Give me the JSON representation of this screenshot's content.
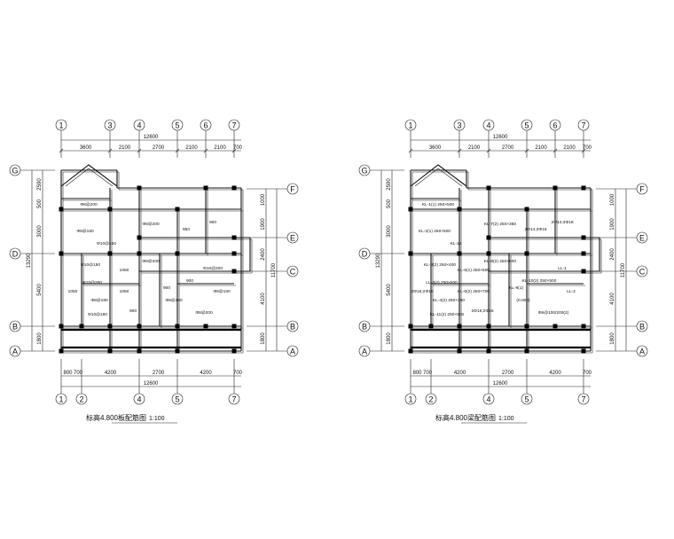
{
  "drawings": [
    {
      "id": "left",
      "title": "标高4.800板配筋图",
      "scale": "1:100",
      "top_axes": [
        "1",
        "3",
        "4",
        "5",
        "6",
        "7"
      ],
      "bottom_axes": [
        "1",
        "2",
        "4",
        "5",
        "7"
      ],
      "left_axes": [
        "G",
        "D",
        "B",
        "A"
      ],
      "right_axes": [
        "F",
        "E",
        "C",
        "B",
        "A"
      ],
      "top_dims": [
        "3600",
        "2100",
        "2700",
        "2100",
        "2100",
        "700"
      ],
      "top_total": "12600",
      "bottom_dims": [
        "800",
        "700",
        "4200",
        "2700",
        "4200",
        "700"
      ],
      "bottom_total": "12600",
      "left_dims": [
        "2590",
        "500",
        "3000",
        "5400",
        "1800"
      ],
      "left_total": "13290",
      "right_dims": [
        "1000",
        "1900",
        "2400",
        "4100",
        "1800"
      ],
      "right_total": "11700",
      "notes": [
        "Φ8@200",
        "Φ8@150",
        "Φ10@150",
        "Φ10@200",
        "Φ8@180",
        "1050",
        "1050",
        "Φ8@200",
        "Φ8@200",
        "900",
        "900",
        "Φ10@200",
        "Φ8@150",
        "Φ10@180",
        "900",
        "Φ8@200",
        "950",
        "1050",
        "900",
        "Φ8@200",
        "Φ10@150"
      ]
    },
    {
      "id": "right",
      "title": "标高4.800梁配筋图",
      "scale": "1:100",
      "top_axes": [
        "1",
        "3",
        "4",
        "5",
        "6",
        "7"
      ],
      "bottom_axes": [
        "1",
        "2",
        "4",
        "5",
        "7"
      ],
      "left_axes": [
        "G",
        "D",
        "B",
        "A"
      ],
      "right_axes": [
        "F",
        "E",
        "C",
        "B",
        "A"
      ],
      "top_dims": [
        "3600",
        "2100",
        "2700",
        "2100",
        "2100",
        "700"
      ],
      "top_total": "12600",
      "bottom_dims": [
        "800",
        "700",
        "4200",
        "2700",
        "4200",
        "700"
      ],
      "bottom_total": "12600",
      "left_dims": [
        "2590",
        "500",
        "3000",
        "5400",
        "1800"
      ],
      "left_total": "13290",
      "right_dims": [
        "1000",
        "1900",
        "2400",
        "4100",
        "1800"
      ],
      "right_total": "11700",
      "notes": [
        "KL-1(1) 250×500",
        "KL-2(1) 250×500",
        "KL-3(2) 250×400",
        "LL-3(2) 250×500",
        "KL-4(2) 250×350",
        "KL-5(1) 250×500",
        "KL-6(2) 250×700",
        "KL-7(2) 250×350",
        "KL-8(2) 250×500",
        "KL-9(1)",
        "KL-10(2) 250×500",
        "LL-1",
        "LL-2",
        "KL-11(2) 250×500",
        "2Φ16;2Φ16",
        "Φ8@100/200(2)",
        "2Φ14;3Φ16",
        "2Φ16;2Φ18",
        "2Φ14;3Φ18",
        "(0.000)",
        "KL-12"
      ]
    }
  ]
}
